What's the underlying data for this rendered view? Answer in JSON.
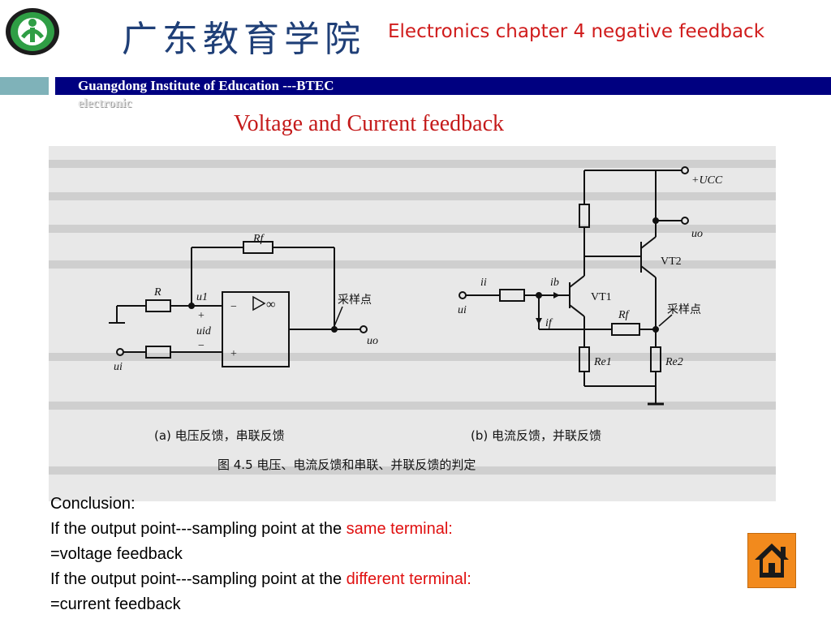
{
  "header": {
    "chinese_title": "广东教育学院",
    "chapter_title": "Electronics chapter 4 negative feedback",
    "institute_name": "Guangdong Institute of Education ---BTEC",
    "institute_sub": "electronic",
    "logo_icon": "college-emblem-icon"
  },
  "slide": {
    "title": "Voltage and Current feedback"
  },
  "figure": {
    "caption": "图 4.5    电压、电流反馈和串联、并联反馈的判定",
    "caption_a": "(a) 电压反馈，串联反馈",
    "caption_b": "(b) 电流反馈，并联反馈",
    "sampling_point": "采样点",
    "labels": {
      "Rf": "Rf",
      "R": "R",
      "u1": "u1",
      "uid": "uid",
      "ui": "ui",
      "uo": "uo",
      "inf": "∞",
      "plus": "+",
      "minus": "−",
      "ii": "ii",
      "ib": "ib",
      "if": "if",
      "vt1": "VT1",
      "vt2": "VT2",
      "ucc": "+UCC",
      "uo_b": "uo",
      "re1": "Re1",
      "re2": "Re2",
      "ui_b": "ui",
      "rf_b": "Rf"
    }
  },
  "conclusion": {
    "heading": "Conclusion:",
    "line1_prefix": "If the output point---sampling point at the ",
    "line1_red": "same terminal:",
    "line2": "=voltage feedback",
    "line3_prefix": "If the output point---sampling point at the ",
    "line3_red": "different terminal:",
    "line4": "=current feedback"
  },
  "nav": {
    "home_icon": "home-icon",
    "button_color": "#f28a1d"
  }
}
